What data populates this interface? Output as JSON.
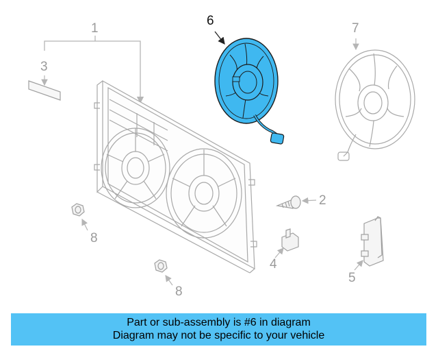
{
  "callouts": {
    "c1": "1",
    "c2": "2",
    "c3": "3",
    "c4": "4",
    "c5": "5",
    "c6": "6",
    "c7": "7",
    "c8a": "8",
    "c8b": "8"
  },
  "banner": {
    "line1": "Part or sub-assembly is #6 in diagram",
    "line2": "Diagram may not be specific to your vehicle"
  },
  "colors": {
    "highlight": "#3fb8f0",
    "banner": "#53c2f5",
    "line": "#b5b5b5"
  }
}
